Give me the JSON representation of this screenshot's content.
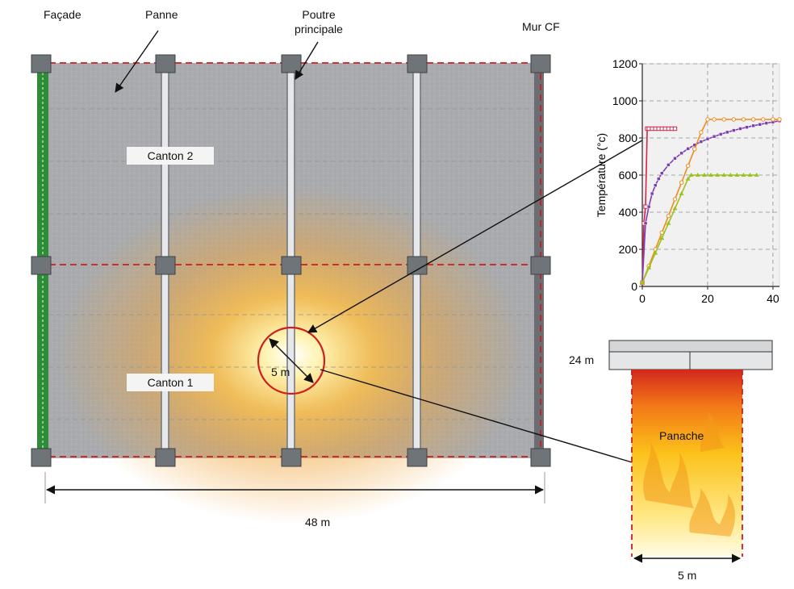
{
  "labels": {
    "facade": "Façade",
    "panne": "Panne",
    "poutre_line1": "Poutre",
    "poutre_line2": "principale",
    "mur_cf": "Mur CF",
    "canton2": "Canton 2",
    "canton1": "Canton 1",
    "circle_diameter": "5 m",
    "width_dim": "48 m",
    "height_dim": "24 m",
    "panache": "Panache",
    "panache_width": "5 m"
  },
  "colors": {
    "slab": "#a9abae",
    "beam": "#e6e8ec",
    "column": "#6f7478",
    "grid_red": "#cc1f1f",
    "facade_green": "#2e8b3a",
    "fire_core": "#fff6c8",
    "fire_mid": "#f5a623",
    "plume_top": "#d2281c",
    "plume_bottom": "#ffe98a"
  },
  "chart_data": {
    "type": "line",
    "ylabel": "Température (°c)",
    "xlabel": "",
    "xlim": [
      0,
      42
    ],
    "ylim": [
      0,
      1200
    ],
    "x_ticks": [
      0,
      20,
      40
    ],
    "y_ticks": [
      0,
      200,
      400,
      600,
      800,
      1000,
      1200
    ],
    "grid": true,
    "series": [
      {
        "color": "#d6244a",
        "marker": "square-open",
        "x": [
          0,
          0.5,
          1,
          1.5,
          2,
          3,
          4,
          5,
          6,
          7,
          8,
          9,
          10
        ],
        "y": [
          20,
          340,
          430,
          850,
          850,
          850,
          850,
          850,
          850,
          850,
          850,
          850,
          850
        ]
      },
      {
        "color": "#7b3fb0",
        "marker": "square",
        "x": [
          0,
          1,
          2,
          3,
          4,
          5,
          6,
          8,
          10,
          12,
          14,
          16,
          18,
          20,
          22,
          24,
          26,
          28,
          30,
          32,
          34,
          36,
          38,
          40,
          42
        ],
        "y": [
          20,
          340,
          430,
          500,
          545,
          580,
          610,
          655,
          690,
          718,
          742,
          762,
          780,
          795,
          808,
          820,
          831,
          841,
          850,
          858,
          866,
          873,
          880,
          886,
          892
        ]
      },
      {
        "color": "#f08a1c",
        "marker": "circle-open",
        "x": [
          0,
          2,
          4,
          6,
          8,
          10,
          12,
          14,
          16,
          18,
          20,
          22,
          25,
          28,
          31,
          34,
          37,
          40,
          42
        ],
        "y": [
          20,
          110,
          200,
          290,
          380,
          470,
          560,
          650,
          740,
          830,
          900,
          900,
          900,
          900,
          900,
          900,
          900,
          900,
          900
        ]
      },
      {
        "color": "#9cc21f",
        "marker": "triangle",
        "x": [
          0,
          2,
          4,
          6,
          8,
          10,
          12,
          14,
          15,
          17,
          19,
          21,
          23,
          25,
          27,
          29,
          31,
          33,
          35
        ],
        "y": [
          20,
          100,
          180,
          260,
          340,
          420,
          500,
          580,
          600,
          600,
          600,
          600,
          600,
          600,
          600,
          600,
          600,
          600,
          600
        ]
      }
    ]
  }
}
